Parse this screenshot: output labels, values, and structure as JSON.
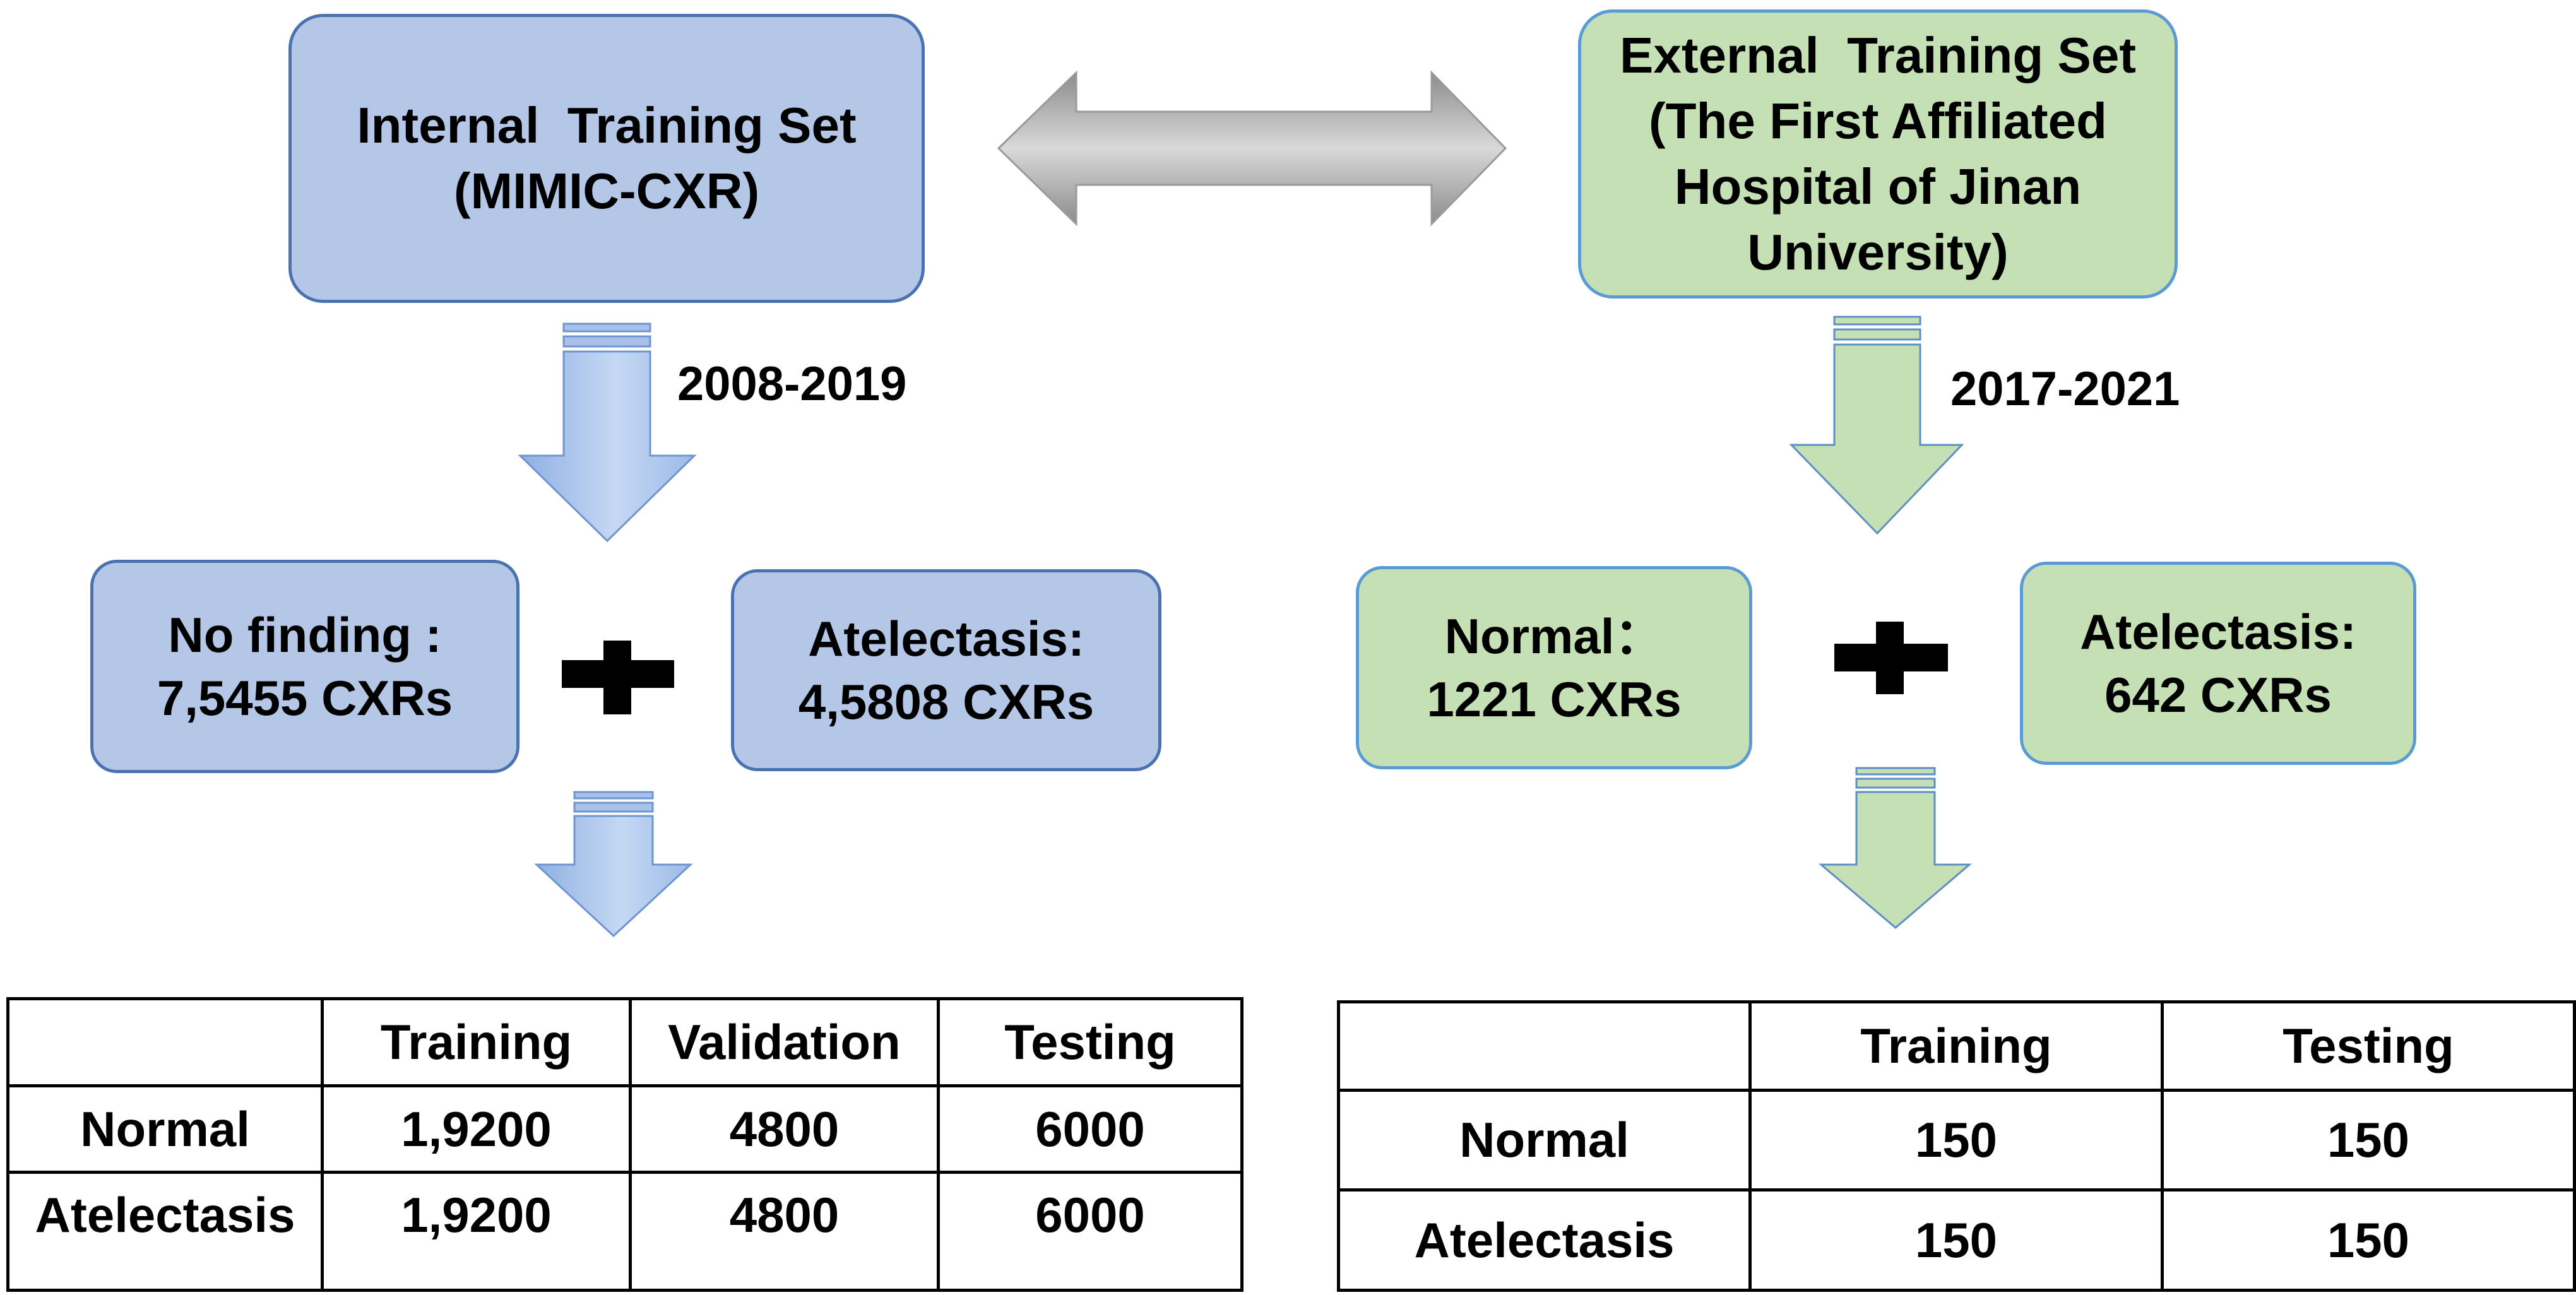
{
  "internal": {
    "title_line1": "Internal  Training Set",
    "title_line2": "(MIMIC-CXR)",
    "years": "2008-2019",
    "class1_line1": "No finding :",
    "class1_line2": "7,5455 CXRs",
    "class2_line1": "Atelectasis:",
    "class2_line2": "4,5808 CXRs",
    "table": {
      "headers": [
        "",
        "Training",
        "Validation",
        "Testing"
      ],
      "rows": [
        [
          "Normal",
          "1,9200",
          "4800",
          "6000"
        ],
        [
          "Atelectasis",
          "1,9200",
          "4800",
          "6000"
        ]
      ]
    }
  },
  "external": {
    "title_line1": "External  Training Set",
    "title_line2": "(The First Affiliated",
    "title_line3": "Hospital of Jinan",
    "title_line4": "University)",
    "years": "2017-2021",
    "class1_line1": "Normal：",
    "class1_line2": "1221 CXRs",
    "class2_line1": "Atelectasis:",
    "class2_line2": "642 CXRs",
    "table": {
      "headers": [
        "",
        "Training",
        "Testing"
      ],
      "rows": [
        [
          "Normal",
          "150",
          "150"
        ],
        [
          "Atelectasis",
          "150",
          "150"
        ]
      ]
    }
  },
  "colors": {
    "blue_fill": "#b4c7e7",
    "blue_border": "#4a72b0",
    "green_fill": "#c5e0b4",
    "green_border": "#5a9bd5",
    "double_arrow": "#a6a6a6"
  },
  "icons": [
    "double-arrow-icon",
    "down-arrow-icon",
    "plus-icon"
  ]
}
